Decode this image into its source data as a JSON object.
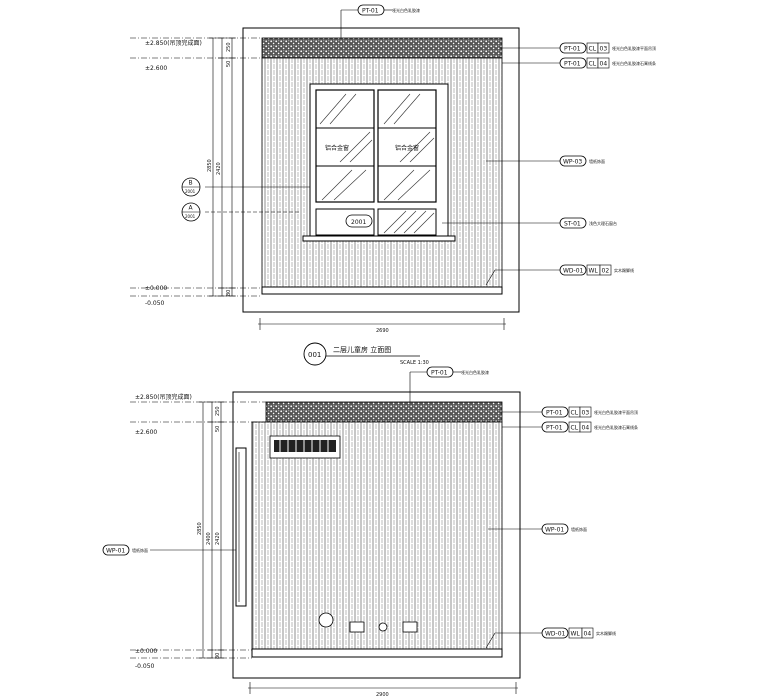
{
  "elevation1": {
    "top_tag": "PT-01",
    "top_tag_note": "哑光白色乳胶漆",
    "lev_top": "±2.850(吊顶完成面)",
    "lev_ceiling": "±2.600",
    "lev_floor": "±0.000",
    "lev_below": "-0.050",
    "dim_outer": "2850",
    "dim_inner": "2420",
    "dim_top1": "250",
    "dim_top2": "50",
    "dim_bottom": "80",
    "width_dim": "2690",
    "callouts": [
      {
        "code": "PT-01",
        "c1": "CL",
        "c2": "03",
        "note": "哑光白色乳胶漆平面吊顶"
      },
      {
        "code": "PT-01",
        "c1": "CL",
        "c2": "04",
        "note": "哑光白色乳胶漆石膏线条"
      },
      {
        "code": "WP-03",
        "note": "墙纸饰面"
      },
      {
        "code": "ST-01",
        "note": "浅色大理石窗台"
      },
      {
        "code": "WD-01",
        "c1": "WL",
        "c2": "02",
        "note": "实木踢脚线"
      }
    ],
    "section_marks": [
      {
        "top": "B",
        "bottom": "2001"
      },
      {
        "top": "A",
        "bottom": "2001"
      }
    ],
    "window_labels": [
      "铝合金窗",
      "铝合金窗"
    ],
    "detail_tag": "2001"
  },
  "title_block": {
    "num": "001",
    "title": "二层儿童房 立面图",
    "scale": "SCALE 1:30"
  },
  "elevation2": {
    "top_tag": "PT-01",
    "top_tag_note": "哑光白色乳胶漆",
    "lev_top": "±2.850(吊顶完成面)",
    "lev_ceiling": "±2.600",
    "lev_floor": "±0.000",
    "lev_below": "-0.050",
    "dim_outer": "2850",
    "dim_inner": "2400",
    "dim_mid": "2420",
    "dim_top1": "250",
    "dim_top2": "50",
    "dim_bottom": "80",
    "width_dim": "2900",
    "left_tag": "WP-01",
    "left_tag_note": "墙纸饰面",
    "callouts": [
      {
        "code": "PT-01",
        "c1": "CL",
        "c2": "03",
        "note": "哑光白色乳胶漆平面吊顶"
      },
      {
        "code": "PT-01",
        "c1": "CL",
        "c2": "04",
        "note": "哑光白色乳胶漆石膏线条"
      },
      {
        "code": "WP-01",
        "note": "墙纸饰面"
      },
      {
        "code": "WD-01",
        "c1": "WL",
        "c2": "04",
        "note": "实木踢脚线"
      }
    ]
  }
}
